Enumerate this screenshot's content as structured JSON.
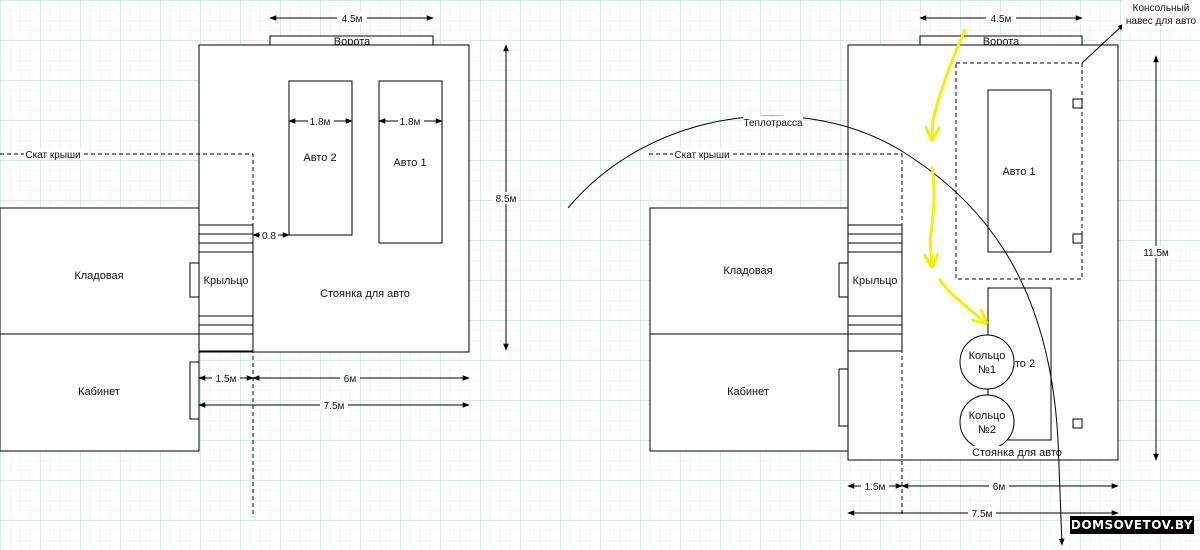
{
  "colors": {
    "grid_minor": "#cfeee0",
    "grid_major": "#a8dec6",
    "stroke": "#000000",
    "yellow_arrow": "#f2f200",
    "watermark_bg": "#000000",
    "watermark_text": "#ffffff"
  },
  "left_plan": {
    "dim_gate": "4.5м",
    "gate": "Ворота",
    "car2": "Авто 2",
    "car1": "Авто 1",
    "dim_car2_width": "1.8м",
    "dim_car1_width": "1.8м",
    "dim_height": "8.5м",
    "roof_slope": "Скат крыши",
    "gap": "0.8",
    "storage": "Кладовая",
    "porch": "Крыльцо",
    "parking": "Стоянка для авто",
    "office": "Кабинет",
    "dim_15": "1.5м",
    "dim_6": "6м",
    "dim_75": "7.5м"
  },
  "right_plan": {
    "dim_gate": "4.5м",
    "gate": "Ворота",
    "canopy_line1": "Консольный",
    "canopy_line2": "навес для авто",
    "heating_main": "Теплотрасса",
    "roof_slope": "Скат крыши",
    "car1": "Авто 1",
    "car2_partial": "то 2",
    "dim_height": "11.5м",
    "storage": "Кладовая",
    "porch": "Крыльцо",
    "ring1_line1": "Кольцо",
    "ring1_line2": "№1",
    "ring2_line1": "Кольцо",
    "ring2_line2": "№2",
    "parking": "Стоянка для авто",
    "office": "Кабинет",
    "dim_15": "1.5м",
    "dim_6": "6м",
    "dim_75": "7.5м"
  },
  "watermark": "DOMSOVETOV.BY"
}
